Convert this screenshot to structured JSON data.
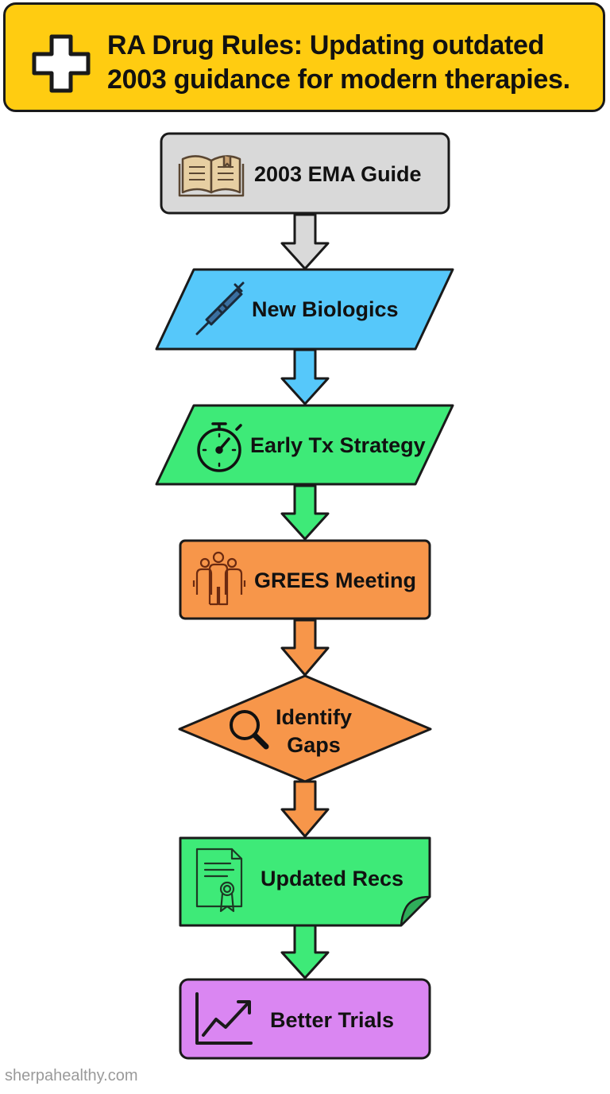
{
  "header": {
    "title_line1": "RA Drug Rules: Updating outdated",
    "title_line2": "2003 guidance for modern therapies.",
    "icon": "plus-icon",
    "color": "#FFCC11"
  },
  "steps": [
    {
      "label": "2003 EMA Guide",
      "shape": "rectangle",
      "icon": "book-icon",
      "color": "#D9D9D9"
    },
    {
      "label": "New Biologics",
      "shape": "parallelogram",
      "icon": "syringe-icon",
      "color": "#56C8FA"
    },
    {
      "label": "Early Tx Strategy",
      "shape": "parallelogram",
      "icon": "stopwatch-icon",
      "color": "#3EEA78"
    },
    {
      "label": "GREES Meeting",
      "shape": "rectangle",
      "icon": "group-icon",
      "color": "#F7964A"
    },
    {
      "label_line1": "Identify",
      "label_line2": "Gaps",
      "shape": "diamond",
      "icon": "magnifier-icon",
      "color": "#F7964A"
    },
    {
      "label": "Updated Recs",
      "shape": "document",
      "icon": "certificate-icon",
      "color": "#3EEA78"
    },
    {
      "label": "Better Trials",
      "shape": "rectangle",
      "icon": "trend-chart-icon",
      "color": "#DA86F2"
    }
  ],
  "arrows": [
    {
      "color": "#D9D9D9"
    },
    {
      "color": "#56C8FA"
    },
    {
      "color": "#3EEA78"
    },
    {
      "color": "#F7964A"
    },
    {
      "color": "#F7964A"
    },
    {
      "color": "#3EEA78"
    }
  ],
  "footer": {
    "text": "sherpahealthy.com"
  }
}
